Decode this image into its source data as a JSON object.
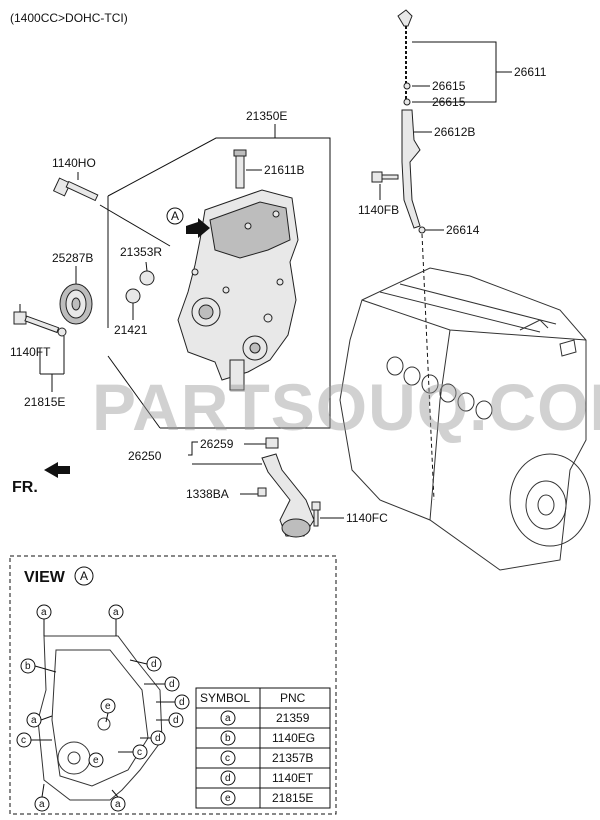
{
  "header": {
    "engine_spec": "(1400CC>DOHC-TCI)"
  },
  "watermark": "PARTSOUQ.COM",
  "view_a": {
    "title": "VIEW",
    "marker": "A"
  },
  "front_marker": "FR.",
  "parts": {
    "p21350E": "21350E",
    "p21611B": "21611B",
    "p1140HO": "1140HO",
    "p21353R": "21353R",
    "p25287B": "25287B",
    "p21421": "21421",
    "p1140FT": "1140FT",
    "p21815E": "21815E",
    "p26611": "26611",
    "p26615a": "26615",
    "p26615b": "26615",
    "p26612B": "26612B",
    "p1140FB": "1140FB",
    "p26614": "26614",
    "p26259": "26259",
    "p26250": "26250",
    "p1338BA": "1338BA",
    "p1140FC": "1140FC"
  },
  "symbol_table": {
    "headers": [
      "SYMBOL",
      "PNC"
    ],
    "rows": [
      {
        "symbol": "a",
        "pnc": "21359"
      },
      {
        "symbol": "b",
        "pnc": "1140EG"
      },
      {
        "symbol": "c",
        "pnc": "21357B"
      },
      {
        "symbol": "d",
        "pnc": "1140ET"
      },
      {
        "symbol": "e",
        "pnc": "21815E"
      }
    ]
  },
  "callouts": {
    "a": "a",
    "b": "b",
    "c": "c",
    "d": "d",
    "e": "e"
  }
}
